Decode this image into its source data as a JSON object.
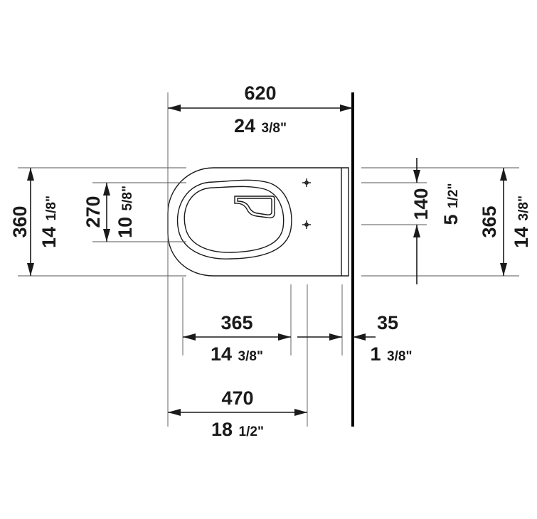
{
  "colors": {
    "ink": "#1a1a1a",
    "wall": "#000000",
    "background": "#ffffff"
  },
  "dimensions": {
    "overall_length": {
      "mm": "620",
      "inch_whole": "24",
      "inch_frac": "3/8\""
    },
    "seat_depth": {
      "mm": "365",
      "inch_whole": "14",
      "inch_frac": "3/8\""
    },
    "wall_offset": {
      "mm": "35",
      "inch_whole": "1",
      "inch_frac": "3/8\""
    },
    "bolt_distance": {
      "mm": "470",
      "inch_whole": "18",
      "inch_frac": "1/2\""
    },
    "overall_width": {
      "mm": "360",
      "inch_whole": "14",
      "inch_frac": "1/8\""
    },
    "bowl_width": {
      "mm": "270",
      "inch_whole": "10",
      "inch_frac": "5/8\""
    },
    "bolt_spacing": {
      "mm": "140",
      "inch_whole": "5",
      "inch_frac": "1/2\""
    },
    "mounting_height": {
      "mm": "365",
      "inch_whole": "14",
      "inch_frac": "3/8\""
    }
  }
}
